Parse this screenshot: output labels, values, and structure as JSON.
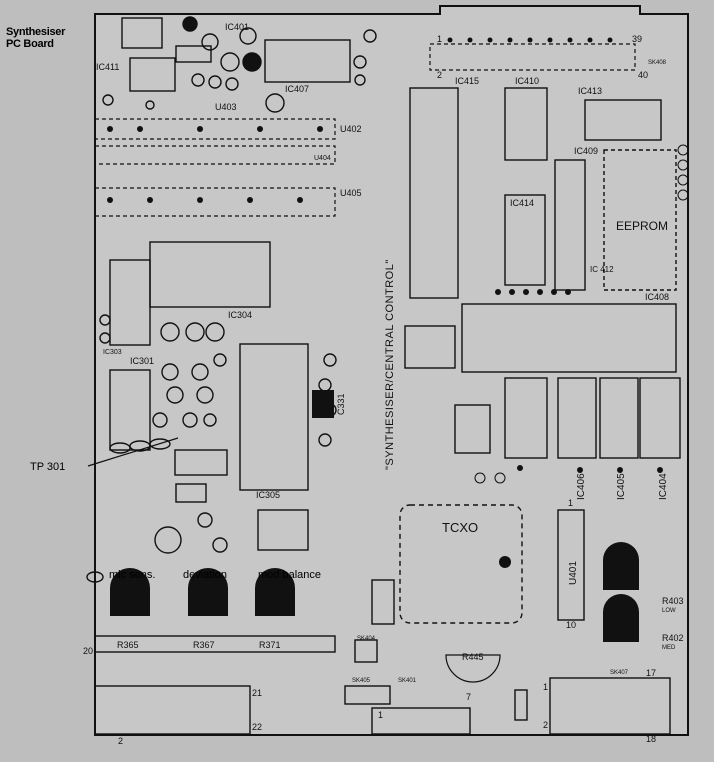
{
  "heading": {
    "line1": "Synthesiser",
    "line2": "PC Board"
  },
  "annotations": {
    "tp301": "TP 301",
    "mic_sens": "mic sens.",
    "deviation": "deviation",
    "mod_balance": "mod balance",
    "eeprom": "EEPROM"
  },
  "board_title": "\"SYNTHESISER/CENTRAL CONTROL\"",
  "component_labels": {
    "ic401": "IC401",
    "ic411": "IC411",
    "ic407": "IC407",
    "u403": "U403",
    "u402": "U402",
    "u404": "U404",
    "u405": "U405",
    "ic415": "IC415",
    "ic410": "IC410",
    "ic413": "IC413",
    "ic409": "IC409",
    "ic414": "IC414",
    "ic412": "IC 412",
    "ic408": "IC408",
    "ic304": "IC304",
    "ic301": "IC301",
    "ic303": "IC303",
    "ic305": "IC305",
    "ic406": "IC406",
    "ic405": "IC405",
    "ic404": "IC404",
    "c331": "C331",
    "tcxo": "TCXO",
    "u401": "U401",
    "r365": "R365",
    "r367": "R367",
    "r371": "R371",
    "r403": "R403",
    "r402": "R402",
    "r445": "R445",
    "sk404": "SK404",
    "sk405": "SK405",
    "sk401": "SK401",
    "sk407": "SK407",
    "sk408": "SK408",
    "low": "LOW",
    "med": "MED"
  },
  "pin_numbers": {
    "p1": "1",
    "p2": "2",
    "p39": "39",
    "p40": "40",
    "p17": "17",
    "p18": "18",
    "p20": "20",
    "p21": "21",
    "p22": "22",
    "p10": "10",
    "p7": "7"
  }
}
